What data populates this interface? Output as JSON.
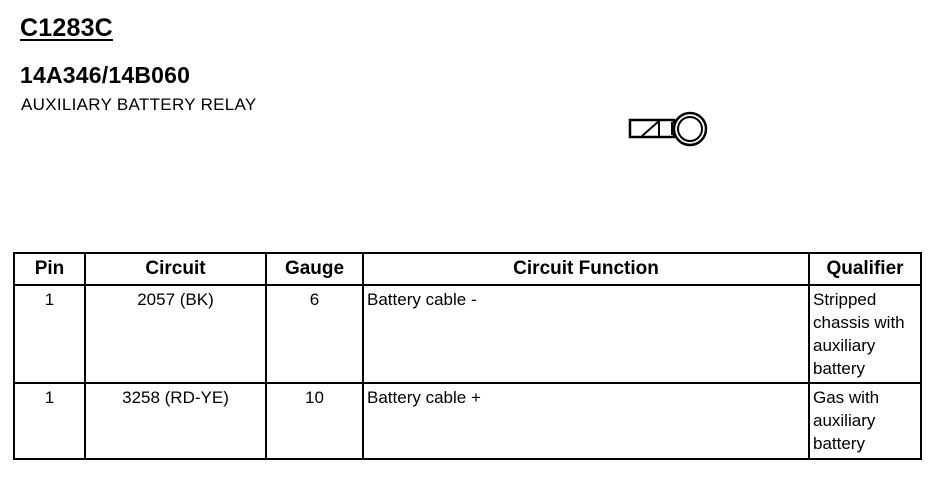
{
  "connector": {
    "id": "C1283C",
    "part_number": "14A346/14B060",
    "description": "AUXILIARY BATTERY RELAY",
    "icon": "ring-terminal-icon"
  },
  "table": {
    "headers": {
      "pin": "Pin",
      "circuit": "Circuit",
      "gauge": "Gauge",
      "function": "Circuit Function",
      "qualifier": "Qualifier"
    },
    "rows": [
      {
        "pin": "1",
        "circuit": "2057 (BK)",
        "gauge": "6",
        "function": "Battery cable -",
        "qualifier": "Stripped\nchassis with\nauxiliary\nbattery"
      },
      {
        "pin": "1",
        "circuit": "3258 (RD-YE)",
        "gauge": "10",
        "function": "Battery cable +",
        "qualifier": "Gas with\nauxiliary\nbattery"
      }
    ]
  }
}
